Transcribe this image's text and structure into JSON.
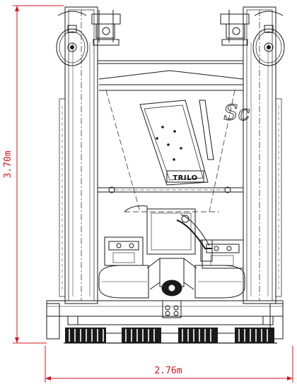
{
  "dimensions": {
    "height_label": "3.70m",
    "width_label": "2.76m"
  },
  "logo": {
    "brand_text": "TRILO",
    "side_lettering": "Sc"
  },
  "colors": {
    "dimension_line": "#d8141c",
    "drawing_line": "#1a1a1a",
    "background": "#ffffff"
  }
}
